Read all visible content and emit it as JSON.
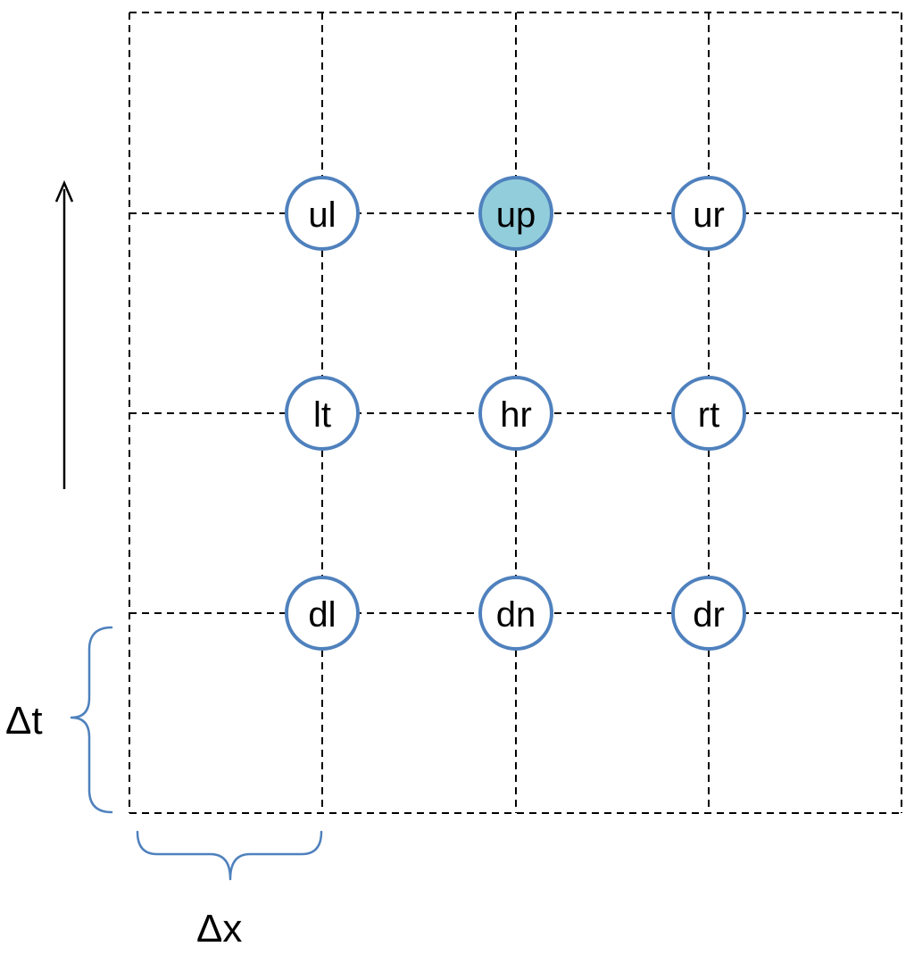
{
  "colors": {
    "grid": "#000000",
    "node_stroke": "#4f81bd",
    "node_fill": "#ffffff",
    "node_highlight_fill": "#92cddc",
    "brace": "#4f81bd",
    "arrow": "#000000",
    "text": "#000000"
  },
  "nodes": [
    {
      "id": "ul",
      "label": "ul",
      "col": 1,
      "row": 1,
      "highlighted": false
    },
    {
      "id": "up",
      "label": "up",
      "col": 2,
      "row": 1,
      "highlighted": true
    },
    {
      "id": "ur",
      "label": "ur",
      "col": 3,
      "row": 1,
      "highlighted": false
    },
    {
      "id": "lt",
      "label": "lt",
      "col": 1,
      "row": 2,
      "highlighted": false
    },
    {
      "id": "hr",
      "label": "hr",
      "col": 2,
      "row": 2,
      "highlighted": false
    },
    {
      "id": "rt",
      "label": "rt",
      "col": 3,
      "row": 2,
      "highlighted": false
    },
    {
      "id": "dl",
      "label": "dl",
      "col": 1,
      "row": 3,
      "highlighted": false
    },
    {
      "id": "dn",
      "label": "dn",
      "col": 2,
      "row": 3,
      "highlighted": false
    },
    {
      "id": "dr",
      "label": "dr",
      "col": 3,
      "row": 3,
      "highlighted": false
    }
  ],
  "labels": {
    "delta_t": "Δt",
    "delta_x": "Δx"
  }
}
